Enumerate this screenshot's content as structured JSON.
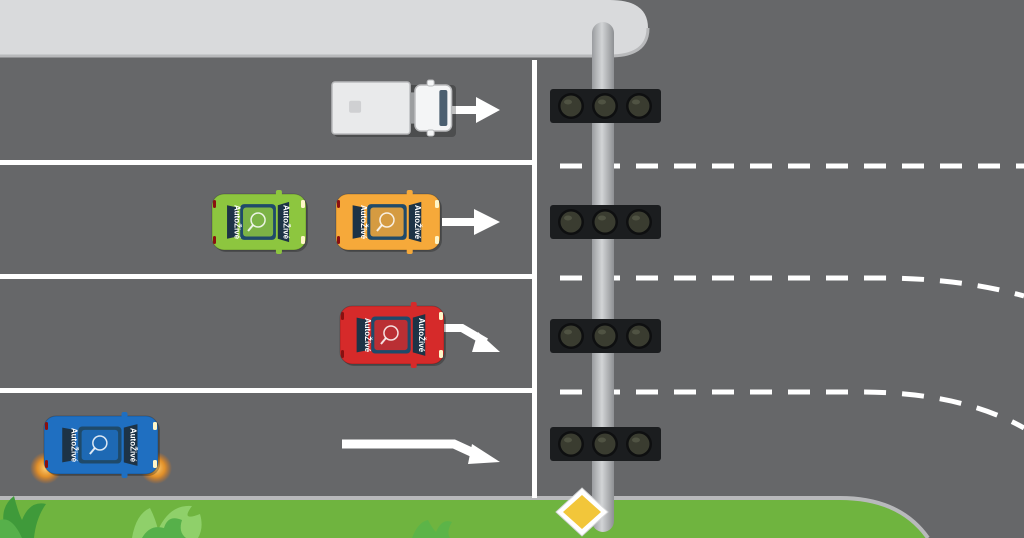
{
  "scene": {
    "colors": {
      "asphalt": "#666769",
      "lane_marking": "#ffffff",
      "sidewalk": "#d9dadc",
      "grass": "#6fb43f",
      "pole": "#b9bbbe",
      "signal_housing": "#1b1d1f",
      "signal_lamp_off": "#3a3c30",
      "priority_sign": "#f2c63a"
    },
    "lanes": [
      {
        "name": "lane-1",
        "arrow": "straight"
      },
      {
        "name": "lane-2",
        "arrow": "straight"
      },
      {
        "name": "lane-3",
        "arrow": "straight-then-right"
      },
      {
        "name": "lane-4",
        "arrow": "straight-then-right"
      }
    ],
    "traffic_lights": [
      {
        "lane": 1,
        "state": "off"
      },
      {
        "lane": 2,
        "state": "off"
      },
      {
        "lane": 3,
        "state": "off"
      },
      {
        "lane": 4,
        "state": "off"
      }
    ],
    "vehicles": [
      {
        "id": "truck",
        "type": "truck",
        "color": "#e9eaeb",
        "lane": 1
      },
      {
        "id": "green-car",
        "type": "car",
        "color": "#8dc63f",
        "lane": 2,
        "brand": "AutoŽivé"
      },
      {
        "id": "orange-car",
        "type": "car",
        "color": "#f6a93a",
        "lane": 2,
        "brand": "AutoŽivé"
      },
      {
        "id": "red-car",
        "type": "car",
        "color": "#d62a2a",
        "lane": 3,
        "brand": "AutoŽivé"
      },
      {
        "id": "blue-car",
        "type": "car",
        "color": "#1f6fc1",
        "lane": 4,
        "brand": "AutoŽivé",
        "turn_signal": "on"
      }
    ]
  }
}
